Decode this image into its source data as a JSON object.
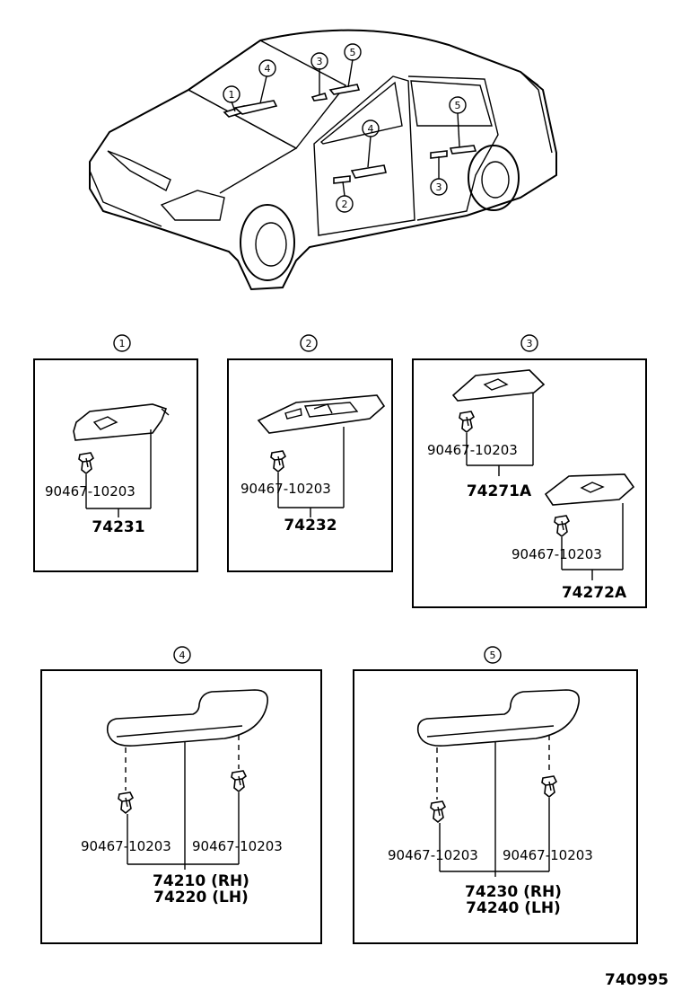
{
  "car_callouts": {
    "c1": "1",
    "c2": "2",
    "c3a": "3",
    "c3b": "3",
    "c4a": "4",
    "c4b": "4",
    "c5a": "5",
    "c5b": "5"
  },
  "panel1": {
    "number": "1",
    "clip_part": "90467-10203",
    "assembly_part": "74231"
  },
  "panel2": {
    "number": "2",
    "clip_part": "90467-10203",
    "assembly_part": "74232"
  },
  "panel3": {
    "number": "3",
    "upper_clip_part": "90467-10203",
    "upper_assembly_part": "74271A",
    "lower_clip_part": "90467-10203",
    "lower_assembly_part": "74272A"
  },
  "panel4": {
    "number": "4",
    "left_clip_part": "90467-10203",
    "right_clip_part": "90467-10203",
    "assembly_rh": "74210 (RH)",
    "assembly_lh": "74220 (LH)"
  },
  "panel5": {
    "number": "5",
    "left_clip_part": "90467-10203",
    "right_clip_part": "90467-10203",
    "assembly_rh": "74230 (RH)",
    "assembly_lh": "74240 (LH)"
  },
  "figure_code": "740995"
}
